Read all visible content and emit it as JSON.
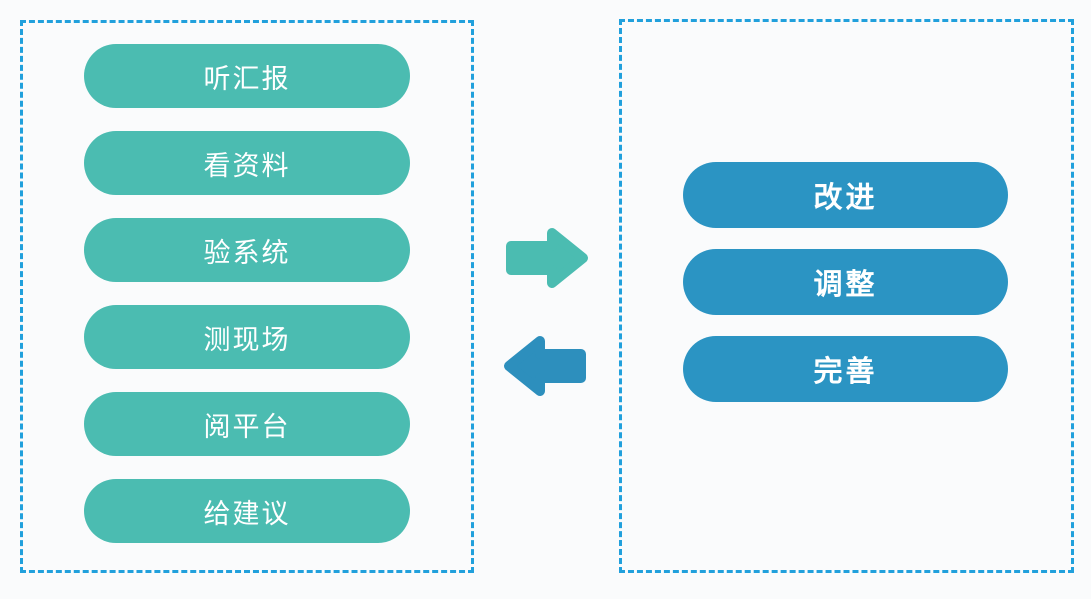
{
  "diagram": {
    "left_box": {
      "items": [
        {
          "label": "听汇报"
        },
        {
          "label": "看资料"
        },
        {
          "label": "验系统"
        },
        {
          "label": "测现场"
        },
        {
          "label": "阅平台"
        },
        {
          "label": "给建议"
        }
      ]
    },
    "right_box": {
      "items": [
        {
          "label": "改进"
        },
        {
          "label": "调整"
        },
        {
          "label": "完善"
        }
      ]
    },
    "arrows": [
      {
        "name": "forward-arrow",
        "direction": "right",
        "color": "#4bbcb1"
      },
      {
        "name": "feedback-arrow",
        "direction": "left",
        "color": "#2d8fbd"
      }
    ],
    "colors": {
      "teal_pill": "#4bbcb1",
      "blue_pill": "#2b94c3",
      "dashed_border": "#21a0dc",
      "background": "#fafbfc",
      "pill_text": "#ffffff"
    }
  }
}
